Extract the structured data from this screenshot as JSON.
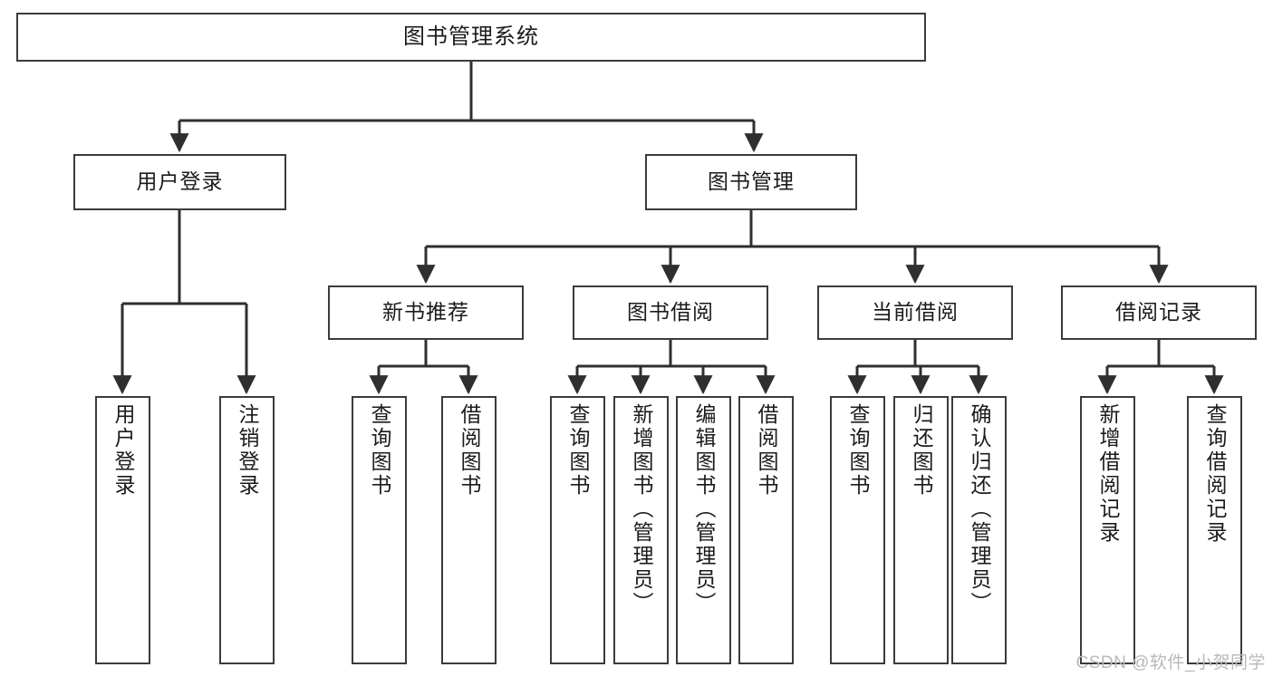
{
  "diagram": {
    "title": "图书管理系统",
    "type": "tree",
    "root": {
      "label": "图书管理系统"
    },
    "level2": [
      {
        "label": "用户登录"
      },
      {
        "label": "图书管理"
      }
    ],
    "level3": [
      {
        "label": "新书推荐"
      },
      {
        "label": "图书借阅"
      },
      {
        "label": "当前借阅"
      },
      {
        "label": "借阅记录"
      }
    ],
    "leaves": {
      "user_login": [
        {
          "label": "用户登录"
        },
        {
          "label": "注销登录"
        }
      ],
      "new_book": [
        {
          "label": "查询图书"
        },
        {
          "label": "借阅图书"
        }
      ],
      "book_borrow": [
        {
          "label": "查询图书"
        },
        {
          "label": "新增图书（管理员）"
        },
        {
          "label": "编辑图书（管理员）"
        },
        {
          "label": "借阅图书"
        }
      ],
      "current_borrow": [
        {
          "label": "查询图书"
        },
        {
          "label": "归还图书"
        },
        {
          "label": "确认归还（管理员）"
        }
      ],
      "borrow_record": [
        {
          "label": "新增借阅记录"
        },
        {
          "label": "查询借阅记录"
        }
      ]
    },
    "colors": {
      "box_border": "#3b3b3b",
      "box_fill": "#ffffff",
      "line": "#2f2f2f",
      "text": "#1b1b1b",
      "watermark": "#b9b9b9"
    }
  },
  "watermark": {
    "text": "CSDN @软件_小贺同学"
  }
}
